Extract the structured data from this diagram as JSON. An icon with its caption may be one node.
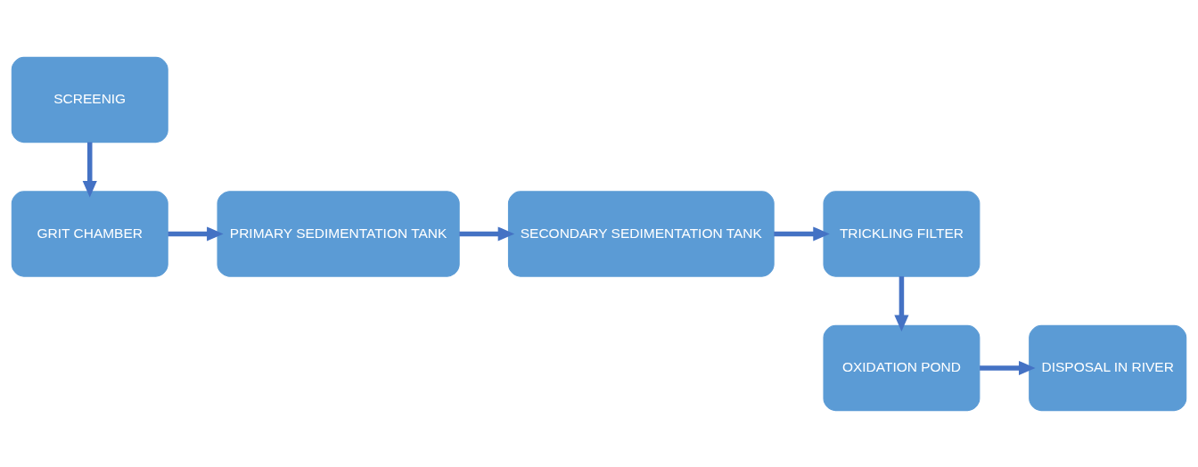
{
  "diagram": {
    "nodes": [
      {
        "text": [
          "SCREENIG"
        ]
      },
      {
        "text": [
          "GRIT CHAMBER"
        ]
      },
      {
        "text": [
          "PRIMARY SEDIMENTATION TANK"
        ]
      },
      {
        "text": [
          "SECONDARY SEDIMENTATION TANK"
        ]
      },
      {
        "text": [
          "TRICKLING FILTER"
        ]
      },
      {
        "text": [
          "OXIDATION POND"
        ]
      },
      {
        "text": [
          "DISPOSAL IN RIVER"
        ]
      }
    ],
    "edges": [
      {
        "from": 0,
        "to": 1,
        "arrow": "to"
      },
      {
        "from": 1,
        "to": 2,
        "arrow": "to"
      },
      {
        "from": 2,
        "to": 3,
        "arrow": "to"
      },
      {
        "from": 3,
        "to": 4,
        "arrow": "to"
      },
      {
        "from": 4,
        "to": 5,
        "arrow": "to"
      },
      {
        "from": 5,
        "to": 6,
        "arrow": "to"
      }
    ]
  }
}
